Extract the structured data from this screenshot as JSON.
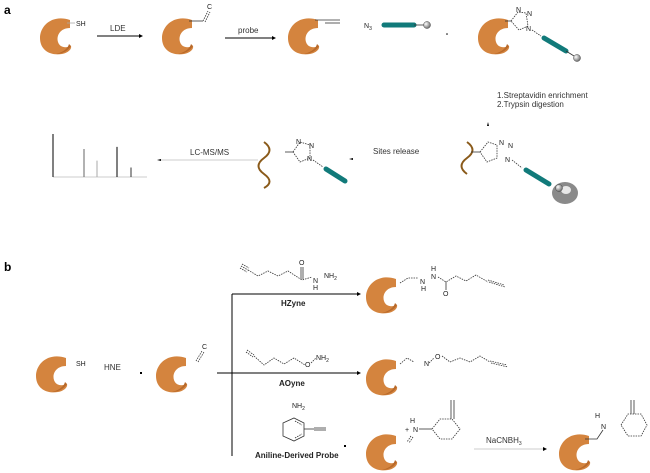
{
  "panels": {
    "a": {
      "label": "a",
      "reagents": {
        "sh": "SH",
        "lde": "LDE",
        "probe": "probe",
        "n3": "N",
        "n3_sub": "3",
        "c": "C",
        "n": "N"
      },
      "steps": {
        "enrich": "1.Streptavidin enrichment",
        "digest": "2.Trypsin digestion",
        "release": "Sites release",
        "lcms": "LC-MS/MS"
      },
      "spectrum_peaks": [
        1.0,
        0.65,
        0.38,
        0.7,
        0.22
      ]
    },
    "b": {
      "label": "b",
      "reagents": {
        "sh": "SH",
        "hne": "HNE",
        "c": "C",
        "nh": "NH",
        "nh2": "NH",
        "two": "2",
        "h": "H",
        "n": "N",
        "o": "O",
        "nacnbh3": "NaCNBH",
        "three": "3"
      },
      "probes": {
        "hzyne": "HZyne",
        "aoyne": "AOyne",
        "aniline": "Aniline-Derived Probe"
      }
    }
  },
  "colors": {
    "protein": "#d4843e",
    "protein_shadow": "#b8692a",
    "linker": "#117a7a",
    "helix": "#8a5a1a",
    "bead": "#888888"
  }
}
